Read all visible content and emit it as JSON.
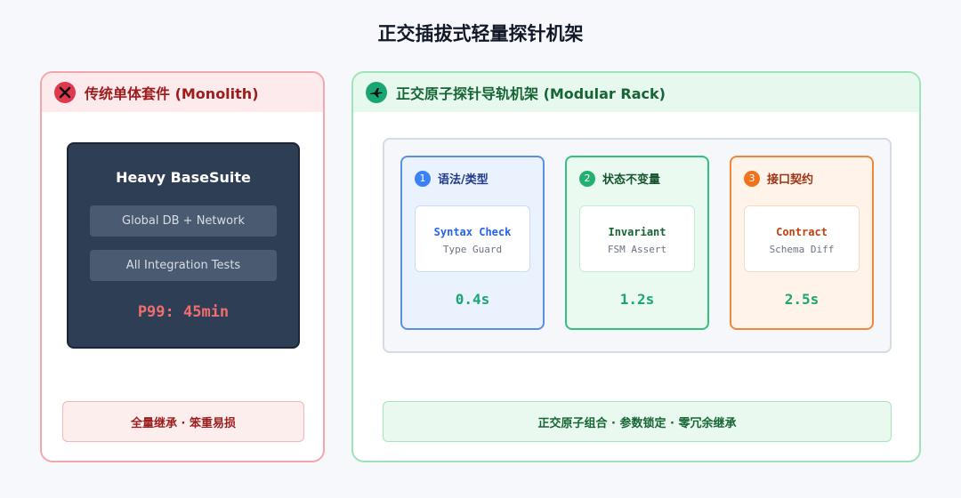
{
  "title": "正交插拔式轻量探针机架",
  "left_panel": {
    "title": "传统单体套件 (Monolith)",
    "icon": "close-icon",
    "suite": {
      "title": "Heavy BaseSuite",
      "rows": [
        "Global DB + Network",
        "All Integration Tests"
      ],
      "p99": "P99: 45min"
    },
    "footer": "全量继承 · 笨重易损"
  },
  "right_panel": {
    "title": "正交原子探针导轨机架 (Modular Rack)",
    "icon": "airplane-icon",
    "modules": [
      {
        "num": "1",
        "label": "语法/类型",
        "card_title": "Syntax Check",
        "card_sub": "Type Guard",
        "time": "0.4s"
      },
      {
        "num": "2",
        "label": "状态不变量",
        "card_title": "Invariant",
        "card_sub": "FSM Assert",
        "time": "1.2s"
      },
      {
        "num": "3",
        "label": "接口契约",
        "card_title": "Contract",
        "card_sub": "Schema Diff",
        "time": "2.5s"
      }
    ],
    "footer": "正交原子组合 · 参数锁定 · 零冗余继承"
  },
  "colors": {
    "monolith_accent": "#e0384d",
    "rack_accent": "#1aa673",
    "module_1": "#5b8fe6",
    "module_2": "#33c07a",
    "module_3": "#f0873a"
  }
}
